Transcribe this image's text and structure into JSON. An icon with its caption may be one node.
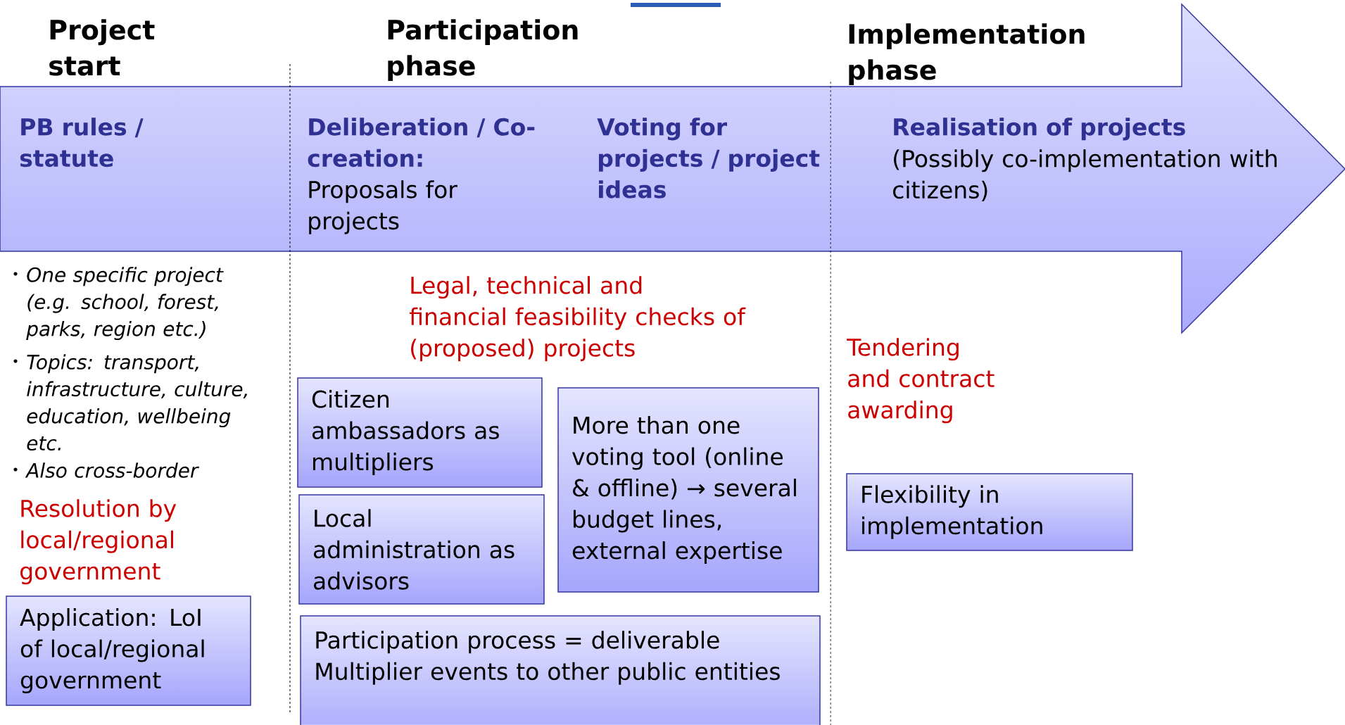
{
  "diagram": {
    "nodes": [
      {
        "text": [
          "PB rules / statute",
          "Deliberation / Co-creation:",
          "Proposals for projects",
          "Voting for projects / project ideas",
          "Realisation of projects",
          "(Possibly co-implementation with citizens)"
        ]
      },
      {
        "text": [
          "Application: LoI of local/regional government"
        ]
      },
      {
        "text": [
          "Citizen ambassadors as multipliers"
        ]
      },
      {
        "text": [
          "Local administration as advisors"
        ]
      },
      {
        "text": [
          "More than one voting tool (online & offline) → several budget lines, external expertise"
        ]
      },
      {
        "text": [
          "Participation process = deliverable",
          "Multiplier events to other public entities"
        ]
      },
      {
        "text": [
          "Flexibility in implementation"
        ]
      }
    ],
    "labels": [
      "Project start",
      "Participation phase",
      "Implementation phase",
      "One specific project (e.g. school, forest, parks, region etc.)",
      "Topics: transport, infrastructure, culture, education, wellbeing etc.",
      "Also cross-border",
      "Legal, technical and financial feasibility checks of (proposed) projects",
      "Tendering and contract awarding",
      "Resolution by local/regional government"
    ]
  }
}
